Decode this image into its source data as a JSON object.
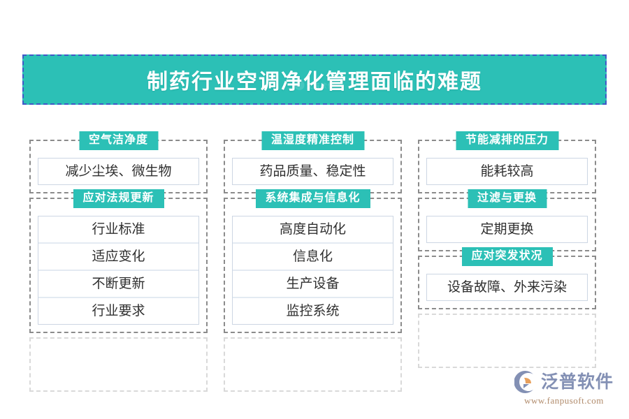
{
  "banner": {
    "title": "制药行业空调净化管理面临的难题",
    "watermark": "泛普软件",
    "bg_color": "#2CC0B6",
    "border_color": "#4158C7"
  },
  "columns": [
    {
      "id": "col-1",
      "cards": [
        {
          "header": "空气洁净度",
          "items": [
            "减少尘埃、微生物"
          ]
        },
        {
          "header": "应对法规更新",
          "items": [
            "行业标准",
            "适应变化",
            "不断更新",
            "行业要求"
          ]
        }
      ],
      "ghost_cards": 1
    },
    {
      "id": "col-2",
      "cards": [
        {
          "header": "温湿度精准控制",
          "items": [
            "药品质量、稳定性"
          ]
        },
        {
          "header": "系统集成与信息化",
          "items": [
            "高度自动化",
            "信息化",
            "生产设备",
            "监控系统"
          ]
        }
      ],
      "ghost_cards": 1
    },
    {
      "id": "col-3",
      "cards": [
        {
          "header": "节能减排的压力",
          "items": [
            "能耗较高"
          ]
        },
        {
          "header": "过滤与更换",
          "items": [
            "定期更换"
          ]
        },
        {
          "header": "应对突发状况",
          "items": [
            "设备故障、外来污染"
          ]
        }
      ],
      "ghost_cards": 1
    }
  ],
  "logo": {
    "name": "泛普软件",
    "url": "www.fanpusoft.com",
    "mark_color": "#8390b4",
    "accent_color": "#e8a05c"
  }
}
